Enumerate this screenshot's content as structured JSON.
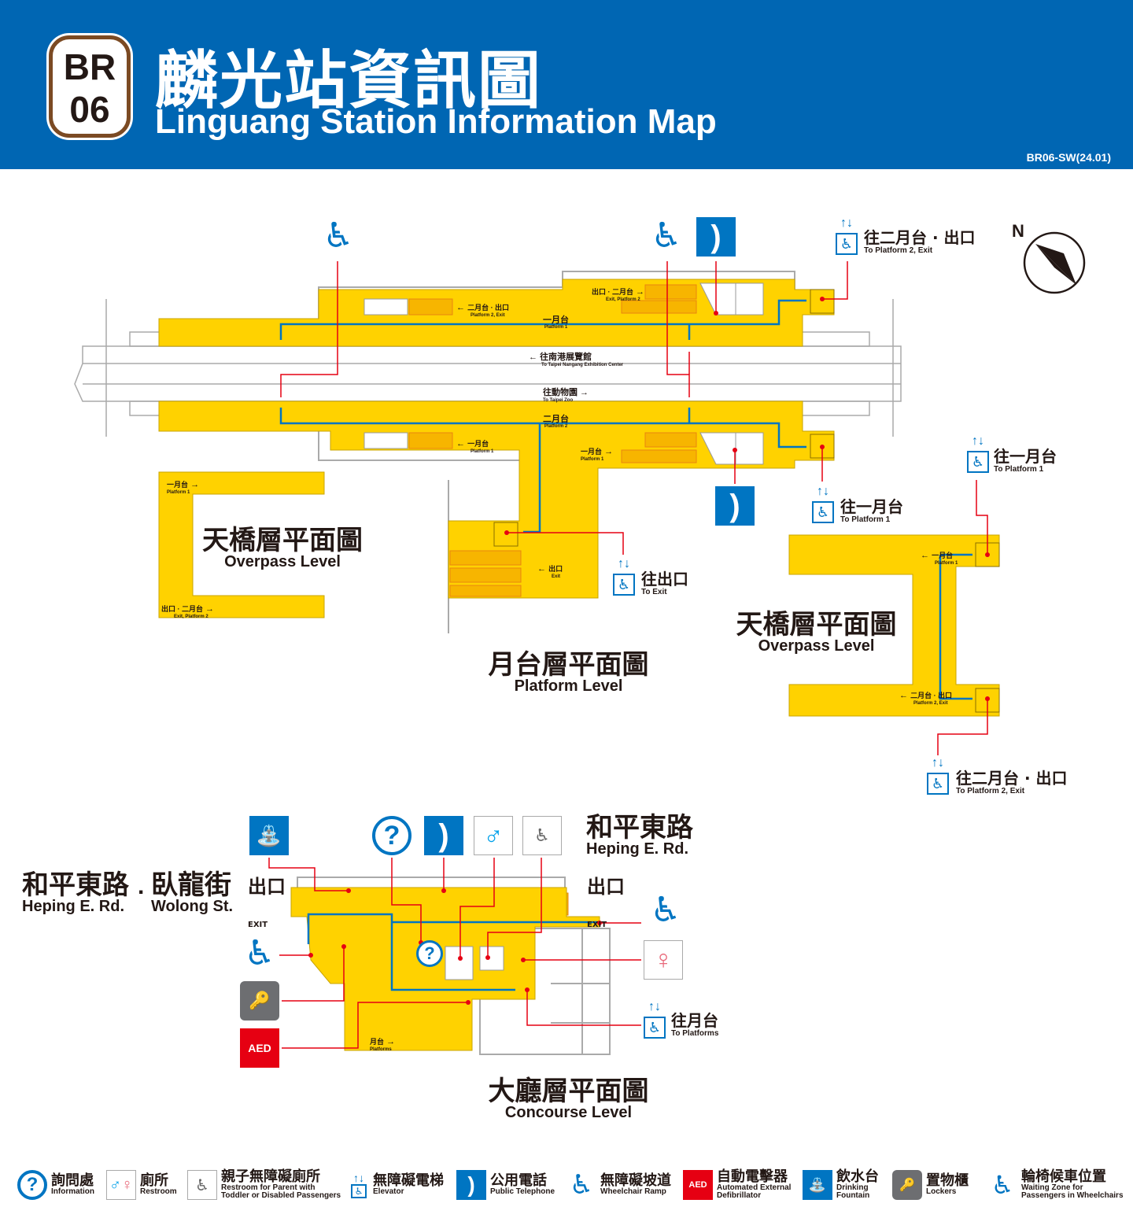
{
  "header": {
    "line_code": "BR",
    "station_number": "06",
    "title_zh": "麟光站資訊圖",
    "title_en": "Linguang Station Information Map",
    "map_code": "BR06-SW(24.01)",
    "color": "#0066b3",
    "badge_color": "#7b4a23"
  },
  "compass": {
    "label": "N"
  },
  "colors": {
    "walkway": "#ffd200",
    "route": "#0075c2",
    "leader": "#e60012"
  },
  "platform_level": {
    "title_zh": "月台層平面圖",
    "title_en": "Platform Level",
    "platform1": {
      "zh": "一月台",
      "en": "Platform 1"
    },
    "platform2": {
      "zh": "二月台",
      "en": "Platform 2"
    },
    "dir_nangang": {
      "zh": "往南港展覽館",
      "en": "To Taipei Nangang Exhibition Center"
    },
    "dir_zoo": {
      "zh": "往動物園",
      "en": "To Taipei Zoo"
    },
    "sign_p2_exit": {
      "zh": "二月台 · 出口",
      "en": "Platform 2, Exit"
    },
    "sign_exit_p2": {
      "zh": "出口 · 二月台",
      "en": "Exit, Platform 2"
    },
    "sign_p1_a": {
      "zh": "一月台",
      "en": "Platform 1"
    },
    "sign_p1_b": {
      "zh": "一月台",
      "en": "Platform 1"
    },
    "sign_exit": {
      "zh": "出口",
      "en": "Exit"
    },
    "to_exit": {
      "zh": "往出口",
      "en": "To Exit"
    },
    "to_p2_exit_top": {
      "zh": "往二月台 · 出口",
      "en": "To Platform 2, Exit"
    },
    "to_p1_mid": {
      "zh": "往一月台",
      "en": "To Platform 1"
    }
  },
  "overpass_left": {
    "title_zh": "天橋層平面圖",
    "title_en": "Overpass Level",
    "sign_top": {
      "zh": "一月台",
      "en": "Platform 1"
    },
    "sign_bottom": {
      "zh": "出口 · 二月台",
      "en": "Exit, Platform 2"
    }
  },
  "overpass_right": {
    "title_zh": "天橋層平面圖",
    "title_en": "Overpass Level",
    "sign_top": {
      "zh": "一月台",
      "en": "Platform 1"
    },
    "sign_bottom": {
      "zh": "二月台 · 出口",
      "en": "Platform 2, Exit"
    },
    "to_p1": {
      "zh": "往一月台",
      "en": "To Platform 1"
    },
    "to_p2_exit": {
      "zh": "往二月台 · 出口",
      "en": "To Platform 2, Exit"
    }
  },
  "concourse_level": {
    "title_zh": "大廳層平面圖",
    "title_en": "Concourse Level",
    "street_left_zh": "和平東路",
    "street_left_en": "Heping E. Rd.",
    "street_mid_zh": "臥龍街",
    "street_mid_en": "Wolong St.",
    "street_right_zh": "和平東路",
    "street_right_en": "Heping E. Rd.",
    "exit_zh": "出口",
    "exit_en": "EXIT",
    "sign_platforms": {
      "zh": "月台",
      "en": "Platforms"
    },
    "to_platforms": {
      "zh": "往月台",
      "en": "To Platforms"
    }
  },
  "icons": {
    "wheelchair": "wheelchair-icon",
    "phone": "telephone-icon",
    "info": "?",
    "aed": "AED",
    "elevator": "elevator-icon"
  },
  "legend": [
    {
      "icon": "information-icon",
      "zh": "詢問處",
      "en": "Information"
    },
    {
      "icon": "restroom-icon",
      "zh": "廁所",
      "en": "Restroom"
    },
    {
      "icon": "family-accessible-restroom-icon",
      "zh": "親子無障礙廁所",
      "en": "Restroom for Parent with Toddler or Disabled Passengers"
    },
    {
      "icon": "elevator-icon",
      "zh": "無障礙電梯",
      "en": "Elevator"
    },
    {
      "icon": "telephone-icon",
      "zh": "公用電話",
      "en": "Public Telephone"
    },
    {
      "icon": "wheelchair-ramp-icon",
      "zh": "無障礙坡道",
      "en": "Wheelchair Ramp"
    },
    {
      "icon": "aed-icon",
      "zh": "自動電擊器",
      "en": "Automated External Defibrillator"
    },
    {
      "icon": "drinking-fountain-icon",
      "zh": "飲水台",
      "en": "Drinking Fountain"
    },
    {
      "icon": "lockers-icon",
      "zh": "置物櫃",
      "en": "Lockers"
    },
    {
      "icon": "wheelchair-waiting-icon",
      "zh": "輪椅候車位置",
      "en": "Waiting Zone for Passengers in Wheelchairs"
    }
  ]
}
